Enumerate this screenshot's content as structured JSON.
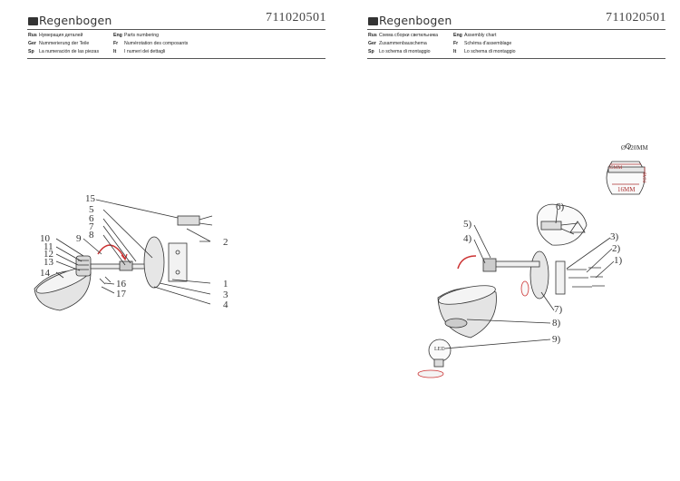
{
  "brand": "Regenbogen",
  "doc_number": "711020501",
  "left_sheet": {
    "header_rows": [
      [
        {
          "code": "Rus",
          "text": "Нумерация деталей"
        },
        {
          "code": "Eng",
          "text": "Parts numbering"
        }
      ],
      [
        {
          "code": "Ger",
          "text": "Nummerierung der Teile"
        },
        {
          "code": "Fr",
          "text": "Numérotation des composants"
        }
      ],
      [
        {
          "code": "Sp",
          "text": "La numeración de las piezas"
        },
        {
          "code": "It",
          "text": "I numeri dei dettagli"
        }
      ]
    ],
    "callouts": [
      "15",
      "5",
      "6",
      "7",
      "8",
      "9",
      "10",
      "11",
      "12",
      "13",
      "14",
      "2",
      "1",
      "3",
      "4",
      "16",
      "17"
    ]
  },
  "right_sheet": {
    "header_rows": [
      [
        {
          "code": "Rus",
          "text": "Схема сборки светильника"
        },
        {
          "code": "Eng",
          "text": "Assembly chart"
        }
      ],
      [
        {
          "code": "Ger",
          "text": "Zusammenbauschema"
        },
        {
          "code": "Fr",
          "text": "Schéma d'assemblage"
        }
      ],
      [
        {
          "code": "Sp",
          "text": "Lo schema di montaggio"
        },
        {
          "code": "It",
          "text": "Lo schema di montaggio"
        }
      ]
    ],
    "callouts": [
      "5)",
      "4)",
      "6)",
      "3)",
      "2)",
      "1)",
      "7)",
      "8)",
      "9)"
    ],
    "dimensions": {
      "diameter": "Ø 120MM",
      "width": "35MM",
      "height": "5MM",
      "length": "16MM"
    },
    "bulb_label": "LED"
  }
}
